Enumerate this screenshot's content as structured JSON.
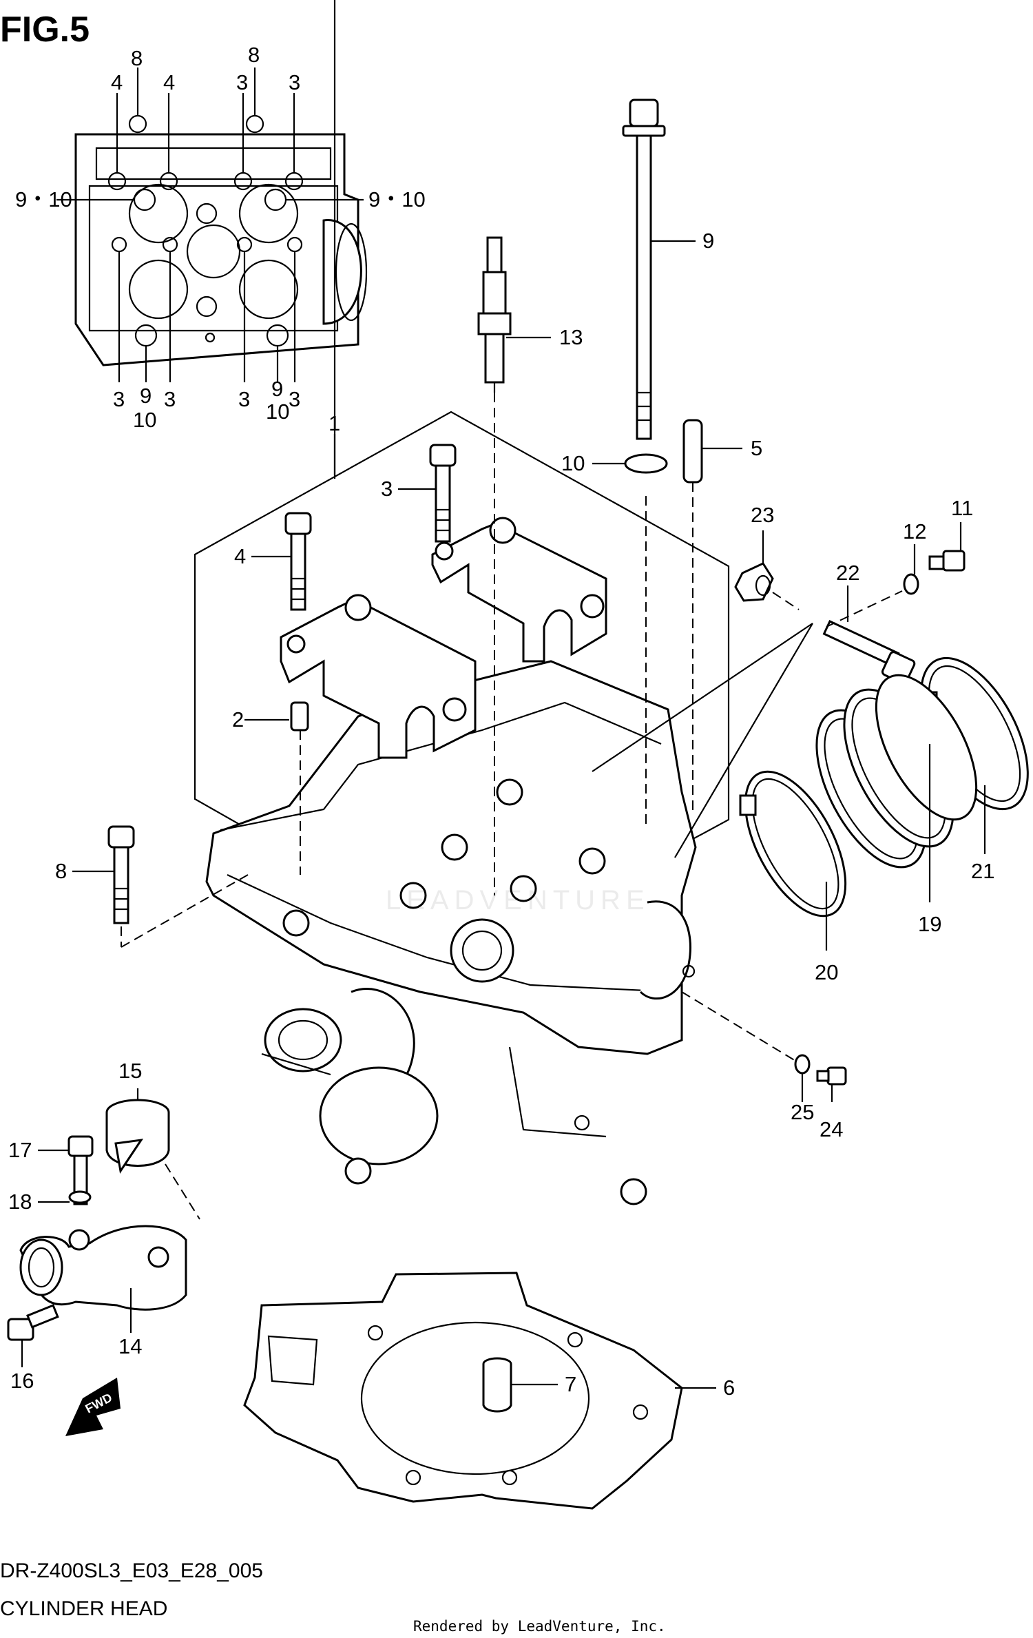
{
  "figure_label": "FIG.5",
  "part_code": "DR-Z400SL3_E03_E28_005",
  "part_title": "CYLINDER HEAD",
  "render_credit": "Rendered by LeadVenture, Inc.",
  "watermark": "LEADVENTURE",
  "fwd_label": "FWD",
  "top_view_callouts": {
    "c8a": "8",
    "c8b": "8",
    "c4a": "4",
    "c4b": "4",
    "c3a": "3",
    "c3b": "3",
    "c910l": "9・10",
    "c910r": "9・10",
    "c3c": "3",
    "c9a": "9",
    "c3d": "3",
    "c10a": "10",
    "c3e": "3",
    "c9b": "9",
    "c3f": "3",
    "c10b": "10"
  },
  "callouts": {
    "c1": "1",
    "c2": "2",
    "c3": "3",
    "c4": "4",
    "c5": "5",
    "c6": "6",
    "c7": "7",
    "c8": "8",
    "c9": "9",
    "c10": "10",
    "c11": "11",
    "c12": "12",
    "c13": "13",
    "c14": "14",
    "c15": "15",
    "c16": "16",
    "c17": "17",
    "c18": "18",
    "c19": "19",
    "c20": "20",
    "c21": "21",
    "c22": "22",
    "c23": "23",
    "c24": "24",
    "c25": "25"
  }
}
